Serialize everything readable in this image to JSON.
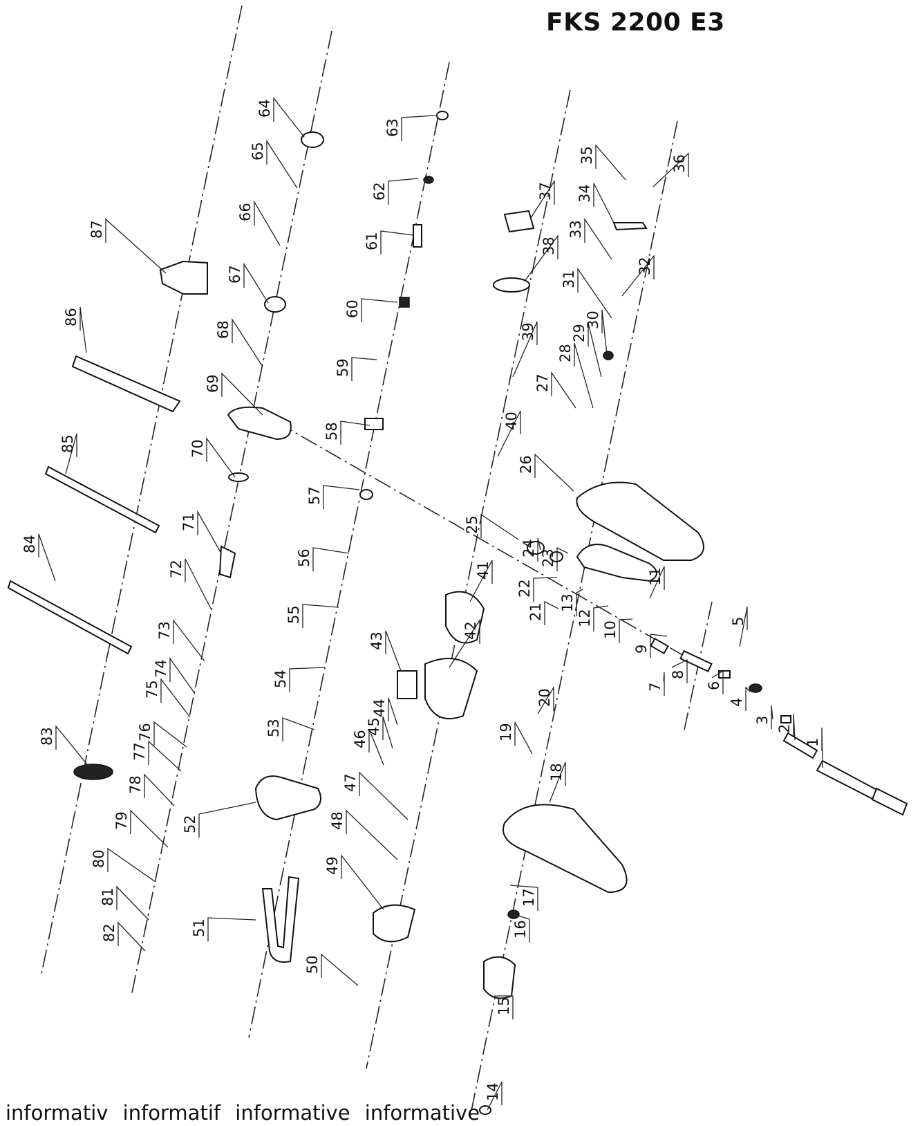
{
  "title": "FKS 2200 E3",
  "footer": "informativ informatif informative informative",
  "part_numbers": [
    "1",
    "2",
    "3",
    "4",
    "5",
    "6",
    "7",
    "8",
    "9",
    "10",
    "11",
    "12",
    "13",
    "14",
    "15",
    "16",
    "17",
    "18",
    "19",
    "20",
    "21",
    "22",
    "23",
    "24",
    "25",
    "26",
    "27",
    "28",
    "29",
    "30",
    "31",
    "32",
    "33",
    "34",
    "35",
    "36",
    "37",
    "38",
    "39",
    "40",
    "41",
    "42",
    "43",
    "44",
    "45",
    "46",
    "47",
    "48",
    "49",
    "50",
    "51",
    "52",
    "53",
    "54",
    "55",
    "56",
    "57",
    "58",
    "59",
    "60",
    "61",
    "62",
    "63",
    "64",
    "65",
    "66",
    "67",
    "68",
    "69",
    "70",
    "71",
    "72",
    "73",
    "74",
    "75",
    "76",
    "77",
    "78",
    "79",
    "80",
    "81",
    "82",
    "83",
    "84",
    "85",
    "86",
    "87"
  ]
}
